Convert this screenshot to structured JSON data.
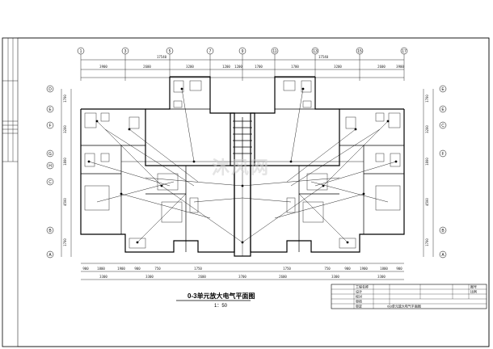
{
  "drawing": {
    "title": "0-3单元放大电气平面图",
    "scale": "1：50"
  },
  "axes": {
    "top": [
      "1",
      "3",
      "5",
      "7",
      "9",
      "11",
      "13",
      "15",
      "17"
    ],
    "left": [
      "D",
      "E",
      "F",
      "G",
      "H",
      "C",
      "B",
      "A"
    ],
    "right": [
      "E",
      "E",
      "C",
      "F",
      "B",
      "A"
    ]
  },
  "dimensions": {
    "top_overall": [
      "17540",
      "17540"
    ],
    "top_segments": [
      "3900",
      "2600",
      "3200",
      "1200",
      "1200",
      "1700",
      "1700",
      "3200",
      "2600",
      "3900"
    ],
    "left_segments": [
      "1700",
      "3200",
      "1800",
      "4500",
      "1700"
    ],
    "right_segments": [
      "1700",
      "3200",
      "1800",
      "4500",
      "1700"
    ],
    "bottom_segments": [
      "900",
      "1800",
      "1900",
      "900",
      "750",
      "1750",
      "1750",
      "750",
      "900",
      "1900",
      "1800",
      "900"
    ],
    "bottom_overall": [
      "3300",
      "3300",
      "2600",
      "3700",
      "2600",
      "3300",
      "3300"
    ]
  },
  "title_block": {
    "rows": [
      [
        "",
        "工程名称",
        "",
        "",
        "",
        "",
        "图号"
      ],
      [
        "",
        "设计",
        "",
        "",
        "",
        "",
        "比例"
      ],
      [
        "",
        "校对",
        "",
        "",
        "",
        "",
        ""
      ],
      [
        "",
        "审核",
        "",
        "",
        "",
        "",
        ""
      ],
      [
        "",
        "审定",
        "",
        "",
        "0-3单元放大电气平面图",
        "",
        ""
      ]
    ],
    "drawing_name": "0-3单元放大电气平面图"
  },
  "watermark": "沐风网",
  "colors": {
    "line": "#111111",
    "wall": "#000000",
    "fixture": "#333333"
  }
}
